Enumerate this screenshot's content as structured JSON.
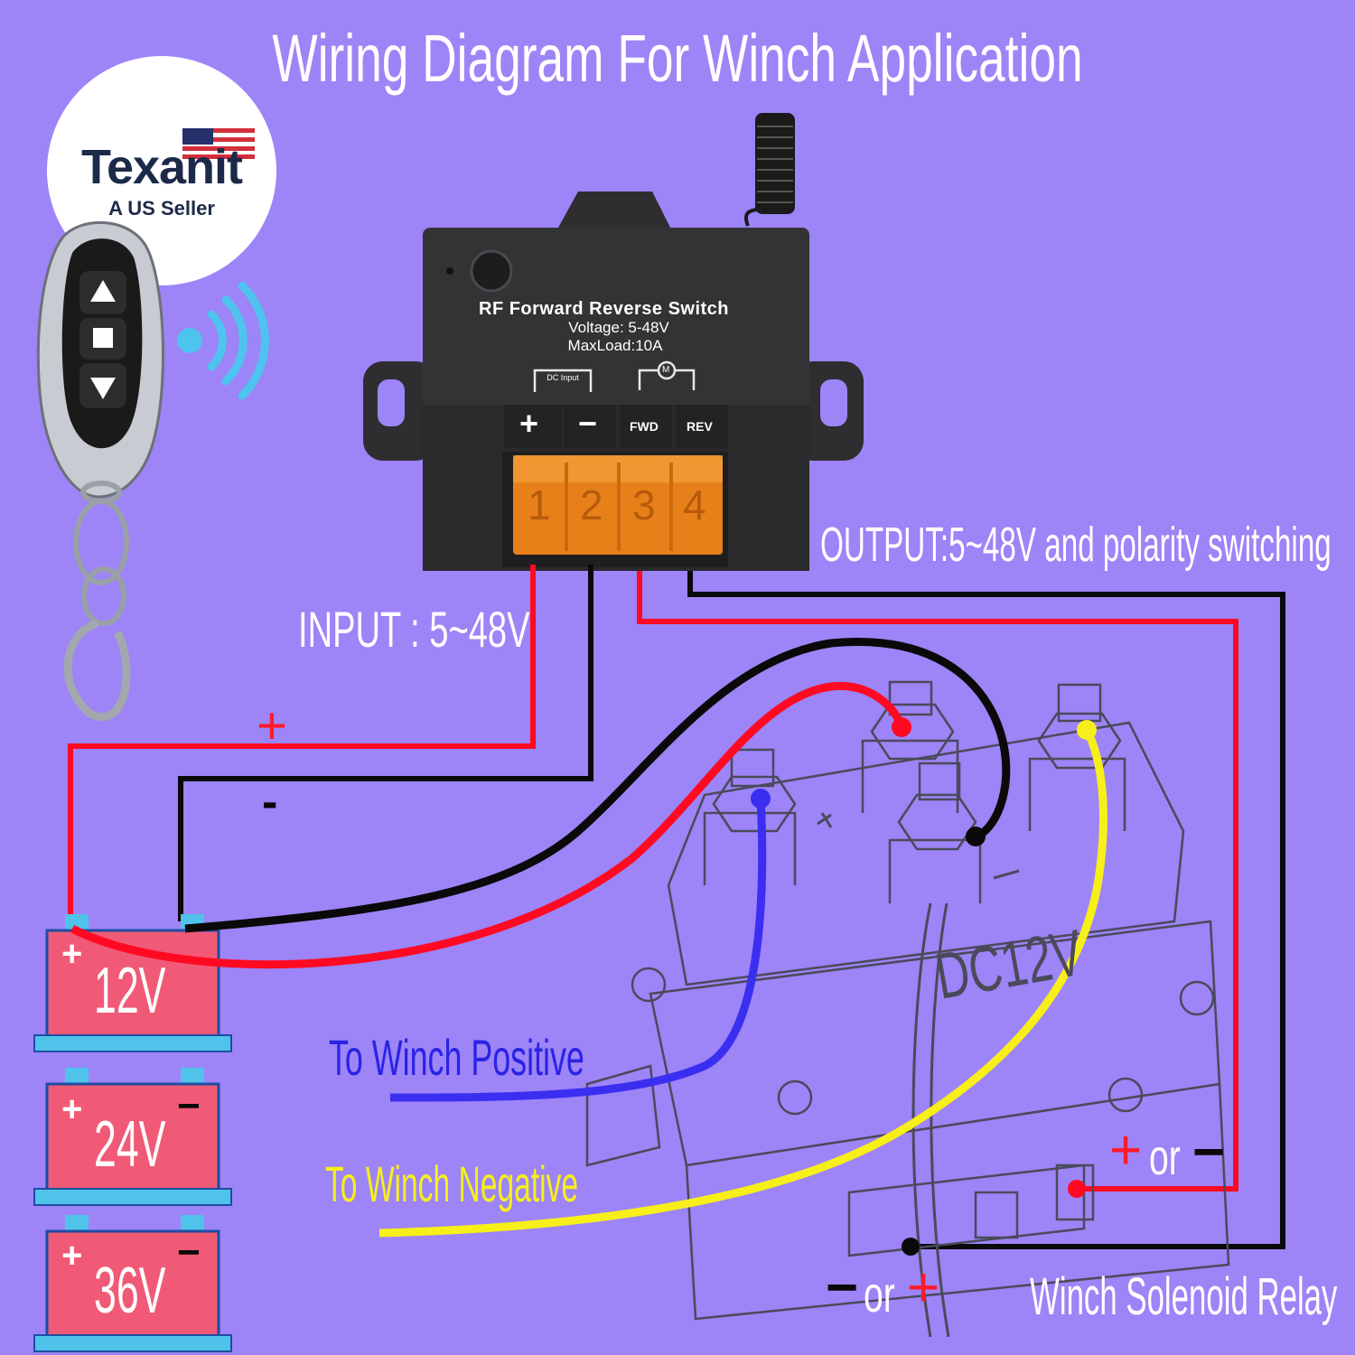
{
  "title": "Wiring Diagram For Winch Application",
  "logo": {
    "brand": "Texanit",
    "tagline": "A US Seller"
  },
  "switch_box": {
    "name": "RF Forward Reverse Switch",
    "voltage": "Voltage: 5-48V",
    "max_load": "MaxLoad:10A",
    "dc_input_label": "DC Input",
    "motor_symbol": "M",
    "terminal_labels": [
      "+",
      "−",
      "FWD",
      "REV"
    ],
    "terminal_numbers": [
      "1",
      "2",
      "3",
      "4"
    ]
  },
  "labels": {
    "input": "INPUT :  5~48V",
    "output": "OUTPUT:5~48V and polarity switching",
    "positive_sign": "+",
    "negative_sign": "-",
    "to_winch_positive": "To Winch Positive",
    "to_winch_negative": "To Winch Negative",
    "relay_name": "Winch Solenoid Relay",
    "relay_marking": "DC12V",
    "or_right_plus": "+",
    "or_right_word": "or",
    "or_right_minus": "−",
    "or_bottom_minus": "−",
    "or_bottom_word": "or",
    "or_bottom_plus": "+"
  },
  "batteries": [
    {
      "label": "12V",
      "plus": "+",
      "minus": ""
    },
    {
      "label": "24V",
      "plus": "+",
      "minus": "−"
    },
    {
      "label": "36V",
      "plus": "+",
      "minus": "−"
    }
  ],
  "colors": {
    "background": "#9d84f7",
    "wire_red": "#ff0a22",
    "wire_black": "#0a0a0a",
    "wire_blue": "#3a2ff0",
    "wire_yellow": "#f7ef1a",
    "battery": "#f05a76",
    "battery_base": "#4fc3ea",
    "terminal_block": "#f08a1e"
  }
}
